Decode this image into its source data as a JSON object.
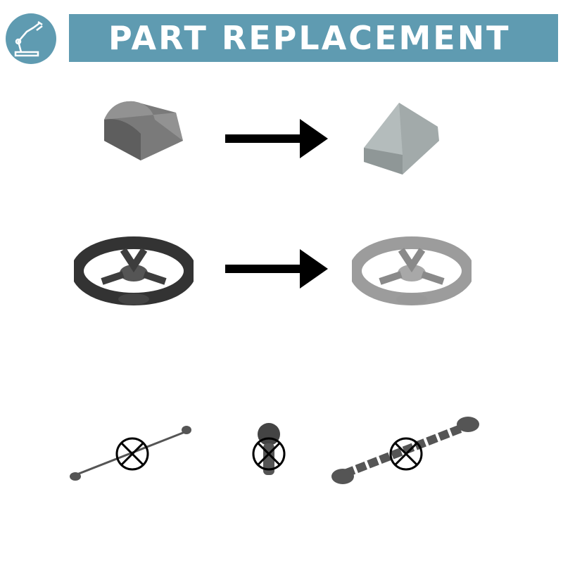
{
  "header": {
    "title": "PART REPLACEMENT",
    "icon": "robot-arm-icon",
    "color": "#5f9bb1"
  },
  "replacements": [
    {
      "from": "dark-gray-curved-slope-part",
      "to": "light-gray-slope-part"
    },
    {
      "from": "black-steering-wheel-part",
      "to": "gray-steering-wheel-part"
    }
  ],
  "removed_parts": [
    "bar-with-studs-part",
    "antenna-ball-part",
    "chain-part"
  ]
}
